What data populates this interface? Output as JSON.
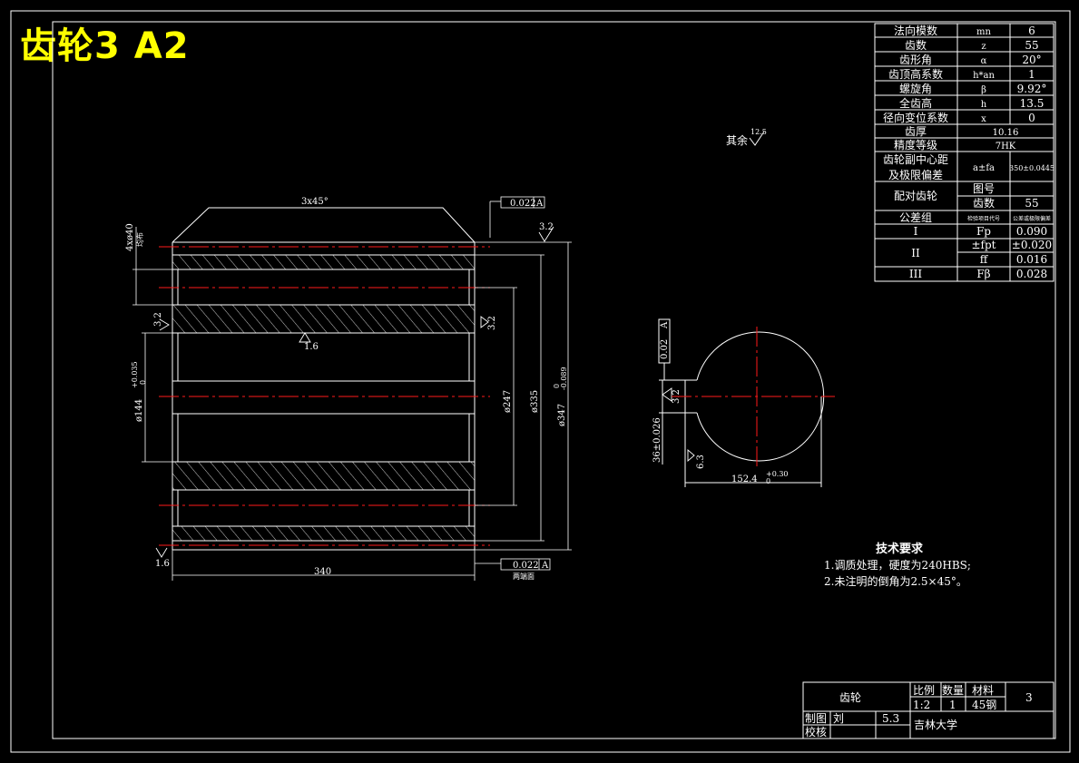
{
  "title": "齿轮3 A2",
  "params": [
    {
      "name": "法向模数",
      "sym": "mn",
      "val": "6"
    },
    {
      "name": "齿数",
      "sym": "z",
      "val": "55"
    },
    {
      "name": "齿形角",
      "sym": "α",
      "val": "20°"
    },
    {
      "name": "齿顶高系数",
      "sym": "h*an",
      "val": "1"
    },
    {
      "name": "螺旋角",
      "sym": "β",
      "val": "9.92°"
    },
    {
      "name": "全齿高",
      "sym": "h",
      "val": "13.5"
    },
    {
      "name": "径向变位系数",
      "sym": "x",
      "val": "0"
    }
  ],
  "params2": [
    {
      "name": "齿厚",
      "val": "10.16"
    },
    {
      "name": "精度等级",
      "val": "7HK"
    }
  ],
  "center": {
    "name1": "齿轮副中心距",
    "name2": "及极限偏差",
    "sym": "a±fa",
    "val": "350±0.0445"
  },
  "mate": {
    "name": "配对齿轮",
    "r1": "图号",
    "r2": "齿数",
    "v2": "55"
  },
  "tolgroup": {
    "name": "公差组",
    "c2": "检验项目代号",
    "c3": "公差或极限偏差"
  },
  "tolrows": [
    {
      "grp": "I",
      "sym": "Fp",
      "val": "0.090"
    },
    {
      "grp": "II",
      "sym": "±fpt",
      "val": "±0.020"
    },
    {
      "grp": "",
      "sym": "ff",
      "val": "0.016"
    },
    {
      "grp": "III",
      "sym": "Fβ",
      "val": "0.028"
    }
  ],
  "roughness_note": "其余",
  "roughness_val": "12.5",
  "dims": {
    "chamfer": "3x45°",
    "gtol_top": "0.022",
    "datum": "A",
    "r_top": "3.2",
    "holes": "4xø40",
    "holes_sub": "均布",
    "r_left": "3.2",
    "r_mid": "1.6",
    "r_right": "3.2",
    "bore": "ø144",
    "bore_tol": "+0.035",
    "bore_tol2": "0",
    "d247": "ø247",
    "d335": "ø335",
    "d347": "ø347",
    "d347_tol1": "0",
    "d347_tol2": "-0.089",
    "r_bot": "1.6",
    "width": "340",
    "gtol_bot": "0.022",
    "gtol_bot_note": "两端面",
    "key_width": "36±0.026",
    "key_r": "3.2",
    "key_r2": "6.3",
    "key_depth": "152.4",
    "key_depth_tol": "+0.30",
    "key_depth_tol2": "0",
    "key_sym": "0.02",
    "key_sym_datum": "A"
  },
  "tech": {
    "heading": "技术要求",
    "items": [
      "1.调质处理，硬度为240HBS;",
      "2.未注明的倒角为2.5×45°。"
    ]
  },
  "titleblock": {
    "part": "齿轮",
    "scale_h": "比例",
    "qty_h": "数量",
    "mat_h": "材料",
    "scale": "1:2",
    "qty": "1",
    "mat": "45钢",
    "sheet": "3",
    "drawn": "制图",
    "drawn_name": "刘",
    "date": "5.3",
    "check": "校核",
    "school": "吉林大学"
  }
}
